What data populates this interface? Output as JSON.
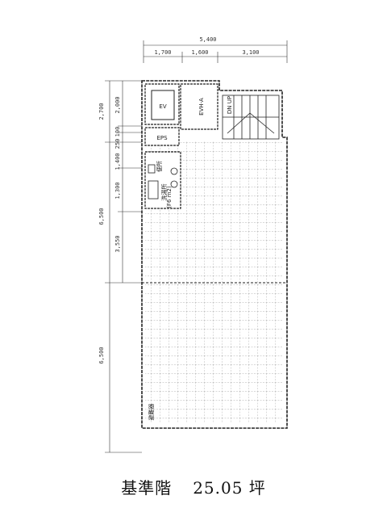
{
  "dimensions": {
    "top_total": "5,400",
    "top_segments": [
      "1,700",
      "1,600",
      "3,100"
    ],
    "left_outer": [
      "2,700",
      "6,500",
      "6,500"
    ],
    "left_inner": [
      "2,000",
      "100",
      "250",
      "1,400",
      "1,300",
      "3,550"
    ]
  },
  "rooms": {
    "ev": "EV",
    "eps": "EPS",
    "evh": "EVH-A",
    "kitchen": "洗湯所",
    "toilet": "便所",
    "toilet_note": "(F6 m2)",
    "stair": "DN UP",
    "bottom_note": "避難器"
  },
  "caption": {
    "floor": "基準階",
    "area": "25.05 坪"
  }
}
